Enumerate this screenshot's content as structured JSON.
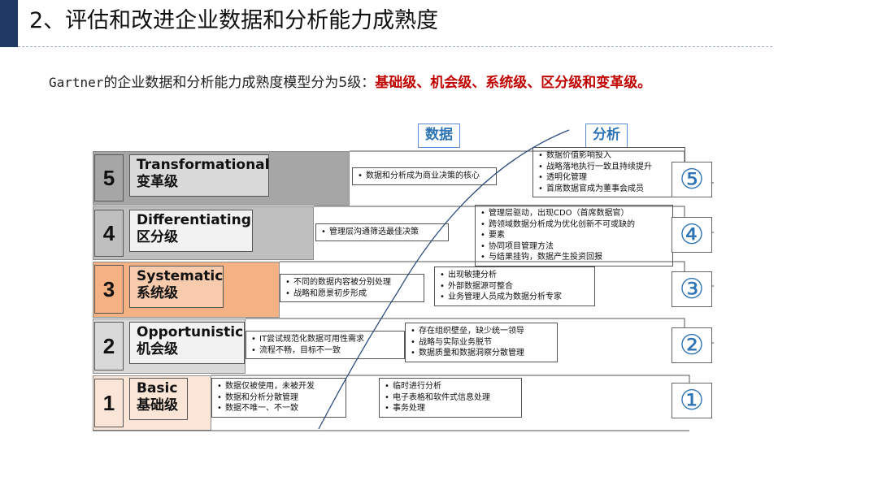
{
  "header": {
    "title": "2、评估和改进企业数据和分析能力成熟度"
  },
  "intro": {
    "lead_latin": "Gartner",
    "lead_rest": "的企业数据和分析能力成熟度模型分为5级：",
    "levels": "基础级、机会级、系统级、区分级和变革级。"
  },
  "columns": {
    "data": "数据",
    "analytics": "分析"
  },
  "levels": [
    {
      "number": "5",
      "name_en": "Transformational",
      "name_zh": "变革级",
      "badge": "⑤",
      "data_points": [
        "数据和分析成为商业决策的核心"
      ],
      "analytics_points": [
        "数据价值影响投入",
        "战略落地执行一致且持续提升",
        "透明化管理",
        "首席数据官成为董事会成员"
      ]
    },
    {
      "number": "4",
      "name_en": "Differentiating",
      "name_zh": "区分级",
      "badge": "④",
      "data_points": [
        "管理层沟通筛选最佳决策"
      ],
      "analytics_points": [
        "管理层驱动，出现CDO（首席数据官）",
        "跨领域数据分析成为优化创新不可或缺的",
        "要素",
        "协同项目管理方法",
        "与结果挂钩，数据产生投资回报"
      ]
    },
    {
      "number": "3",
      "name_en": "Systematic",
      "name_zh": "系统级",
      "badge": "③",
      "data_points": [
        "不同的数据内容被分别处理",
        "战略和愿景初步形成"
      ],
      "analytics_points": [
        "出现敏捷分析",
        "外部数据源可整合",
        "业务管理人员成为数据分析专家"
      ]
    },
    {
      "number": "2",
      "name_en": "Opportunistic",
      "name_zh": "机会级",
      "badge": "②",
      "data_points": [
        "IT尝试规范化数据可用性需求",
        "流程不畅，目标不一致"
      ],
      "analytics_points": [
        "存在组织壁垒，缺少统一领导",
        "战略与实际业务脱节",
        "数据质量和数据洞察分散管理"
      ]
    },
    {
      "number": "1",
      "name_en": "Basic",
      "name_zh": "基础级",
      "badge": "①",
      "data_points": [
        "数据仅被使用，未被开发",
        "数据和分析分散管理",
        "数据不唯一、不一致"
      ],
      "analytics_points": [
        "临时进行分析",
        "电子表格和软件式信息处理",
        "事务处理"
      ]
    }
  ]
}
